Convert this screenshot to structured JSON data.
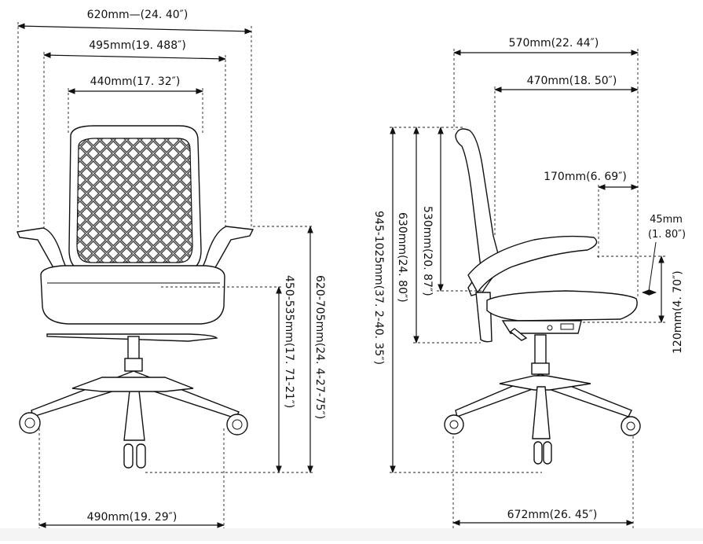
{
  "front_view": {
    "overall_width": "620mm—(24. 40″)",
    "armrest_width": "495mm(19. 488″)",
    "backrest_width": "440mm(17. 32″)",
    "base_width": "490mm(19. 29″)",
    "seat_height": "450-535mm(17. 71-21″)",
    "arm_height": "620-705mm(24. 4-27-75″)"
  },
  "side_view": {
    "overall_depth": "570mm(22. 44″)",
    "arm_depth": "470mm(18. 50″)",
    "arm_pad_length": "170mm(6. 69″)",
    "arm_offset_value": "45mm",
    "arm_offset_inch": "(1. 80″)",
    "arm_rise": "120mm(4. 70″)",
    "total_height": "945-1025mm(37. 2-40. 35″)",
    "back_height_low": "630mm(24. 80″)",
    "back_height_high": "530mm(20. 87″)",
    "base_depth": "672mm(26. 45″)"
  }
}
